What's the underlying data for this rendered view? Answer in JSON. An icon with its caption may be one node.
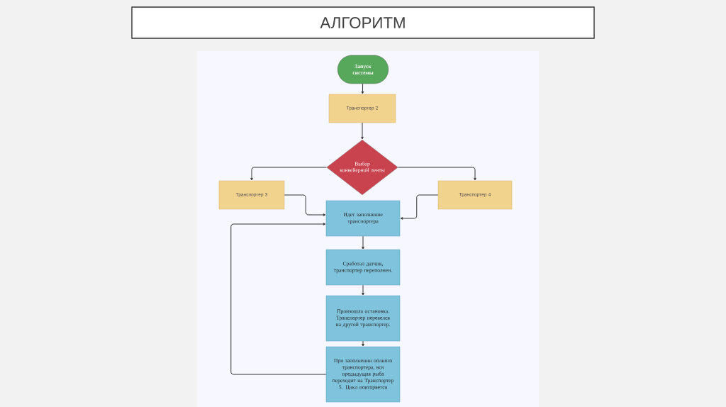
{
  "diagram": {
    "title": "АЛГОРИТМ",
    "nodes": [
      {
        "text": [
          "Запуск системы"
        ]
      },
      {
        "text": [
          "Транспортер 2"
        ]
      },
      {
        "text": [
          "Выбор конвейерной ленты"
        ]
      },
      {
        "text": [
          "Транспортер 3"
        ]
      },
      {
        "text": [
          "Транспортер 4"
        ]
      },
      {
        "text": [
          "Идет заполнение транспортера"
        ]
      },
      {
        "text": [
          "Сработал датчик, транспортер переполнен."
        ]
      },
      {
        "text": [
          "Произошла остановка. Транспортер перевелся на другой транспортер."
        ]
      },
      {
        "text": [
          "При заполнении полного транспортера, вся предыдущая рыба переходит на Транспортер 5. Цикл повторяется"
        ]
      }
    ],
    "edges": [
      {
        "from": 0,
        "to": 1,
        "arrow": "to"
      },
      {
        "from": 1,
        "to": 2,
        "arrow": "to"
      },
      {
        "from": 2,
        "to": 3,
        "arrow": "to"
      },
      {
        "from": 2,
        "to": 4,
        "arrow": "to"
      },
      {
        "from": 3,
        "to": 5,
        "arrow": "to"
      },
      {
        "from": 4,
        "to": 5,
        "arrow": "to"
      },
      {
        "from": 5,
        "to": 6,
        "arrow": "to"
      },
      {
        "from": 6,
        "to": 7,
        "arrow": "to"
      },
      {
        "from": 7,
        "to": 8,
        "arrow": "to"
      },
      {
        "from": 8,
        "to": 5,
        "arrow": "to"
      }
    ]
  }
}
